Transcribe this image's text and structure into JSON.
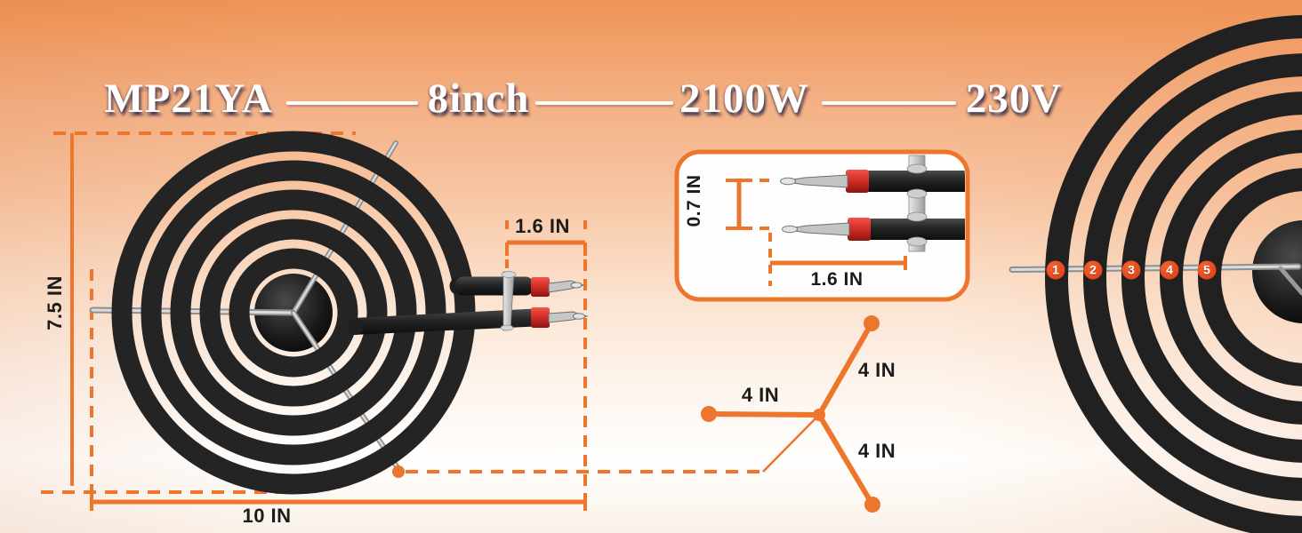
{
  "header": {
    "items": [
      {
        "label": "MP21YA"
      },
      {
        "label": "8inch"
      },
      {
        "label": "2100W"
      },
      {
        "label": "230V"
      }
    ]
  },
  "left_coil": {
    "height_label": "7.5 IN",
    "width_label": "10 IN",
    "terminal_spacing_label": "1.6 IN"
  },
  "detail_box": {
    "prong_gap_label": "0.7 IN",
    "terminal_length_label": "1.6 IN"
  },
  "spider": {
    "arm_labels": [
      "4 IN",
      "4 IN",
      "4 IN"
    ]
  },
  "right_coil": {
    "turn_numbers": [
      "1",
      "2",
      "3",
      "4",
      "5"
    ]
  },
  "colors": {
    "accent": "#ED752C",
    "badge": "#E2451A",
    "cap_red": "#D42F28",
    "coil_black": "#242424",
    "label_black": "#1B1B1B",
    "header_text": "#FFFFFF"
  }
}
